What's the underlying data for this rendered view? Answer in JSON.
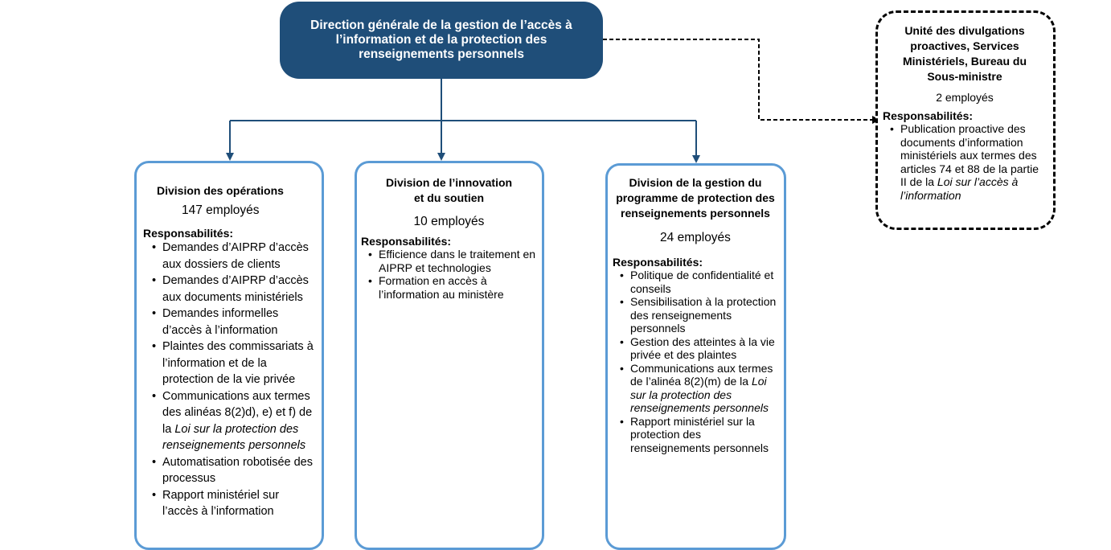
{
  "director": {
    "title": "Direction générale de la gestion de l’accès à l’information et de la protection des renseignements personnels"
  },
  "responsibilities_label": "Responsabilités:",
  "divisions": [
    {
      "title": "Division des opérations",
      "count": "147 employés",
      "items": [
        {
          "text": "Demandes d’AIPRP d’accès aux dossiers de clients"
        },
        {
          "text": "Demandes d’AIPRP d’accès aux documents ministériels"
        },
        {
          "text": "Demandes informelles d’accès à l’information"
        },
        {
          "text": "Plaintes des commissariats à l’information et de la protection de la vie privée"
        },
        {
          "text": "Communications aux termes des alinéas 8(2)d), e) et f) de la ",
          "italic": "Loi sur la protection des renseignements personnels"
        },
        {
          "text": "Automatisation robotisée des processus"
        },
        {
          "text": "Rapport ministériel sur l’accès à l’information"
        }
      ]
    },
    {
      "title_line1": "Division de l’innovation",
      "title_line2": "et du soutien",
      "count": "10 employés",
      "items": [
        {
          "text": "Efficience dans le traitement en AIPRP et technologies"
        },
        {
          "text": "Formation en accès à l’information au ministère"
        }
      ]
    },
    {
      "title": "Division de la gestion du programme de protection des renseignements personnels",
      "count": "24  employés",
      "items": [
        {
          "text": "Politique de confidentialité et conseils"
        },
        {
          "text": "Sensibilisation à la protection des renseignements personnels"
        },
        {
          "text": "Gestion des atteintes à la vie privée et des plaintes"
        },
        {
          "text": "Communications aux termes de l’alinéa 8(2)(m) de la ",
          "italic": "Loi sur la protection des renseignements personnels"
        },
        {
          "text": "Rapport ministériel sur la protection des renseignements personnels"
        }
      ]
    }
  ],
  "proactive_unit": {
    "title": "Unité des divulgations proactives, Services Ministériels, Bureau du Sous-ministre",
    "count": "2 employés",
    "item_text": "Publication proactive des documents d’information ministériels aux termes des articles 74 et 88 de la partie II de la ",
    "item_italic": "Loi sur l’accès à l’information"
  },
  "colors": {
    "header_fill": "#1f4e79",
    "division_border": "#5b9bd5",
    "connector": "#1f4e79",
    "dashed": "#000000"
  }
}
